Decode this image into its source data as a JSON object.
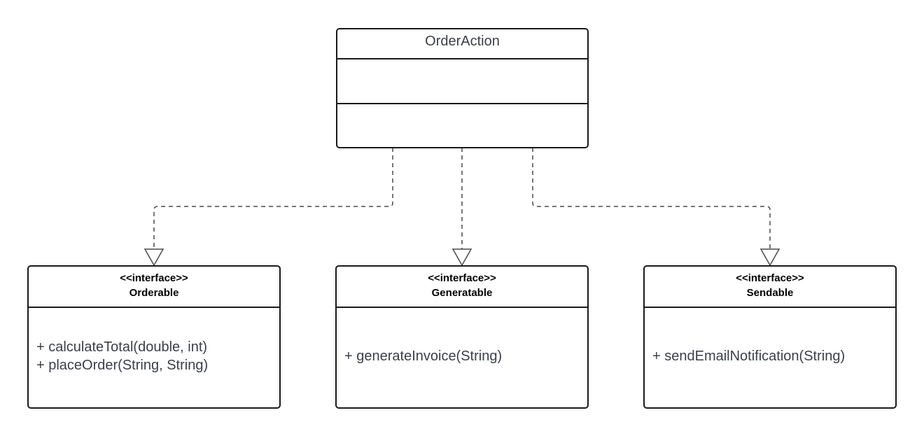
{
  "diagram": {
    "top_class": {
      "name": "OrderAction"
    },
    "interfaces": [
      {
        "stereotype": "<<interface>>",
        "name": "Orderable",
        "methods": [
          "+ calculateTotal(double, int)",
          "+ placeOrder(String, String)"
        ]
      },
      {
        "stereotype": "<<interface>>",
        "name": "Generatable",
        "methods": [
          "+ generateInvoice(String)"
        ]
      },
      {
        "stereotype": "<<interface>>",
        "name": "Sendable",
        "methods": [
          "+ sendEmailNotification(String)"
        ]
      }
    ],
    "relationship": "realization"
  }
}
